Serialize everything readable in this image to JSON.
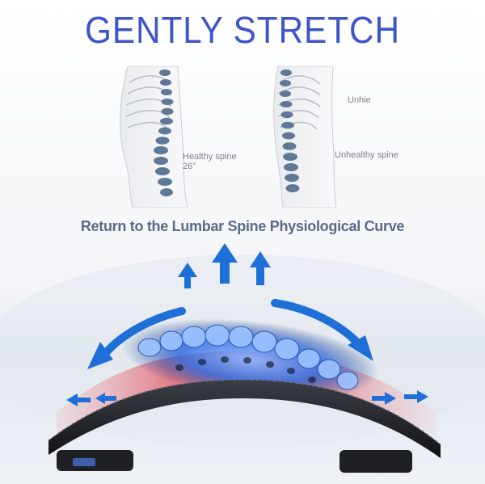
{
  "title": "GENTLY STRETCH",
  "top_illustrations": {
    "left": {
      "label": "Healthy spine",
      "angle": "26°"
    },
    "right": {
      "label_top": "Unhie",
      "label": "Unhealthy spine"
    }
  },
  "caption": "Return to the Lumbar Spine Physiological Curve",
  "colors": {
    "title_blue": "#3d55c8",
    "arrow_blue": "#1f6fd8",
    "caption_gray": "#5b6a86",
    "spine_glow": "#2f6be0",
    "device_black": "#1e2024",
    "heat_red": "#e35a63"
  },
  "icons": [
    "up-arrow-icon",
    "curved-arrow-icon",
    "right-arrow-icon",
    "left-arrow-icon"
  ]
}
